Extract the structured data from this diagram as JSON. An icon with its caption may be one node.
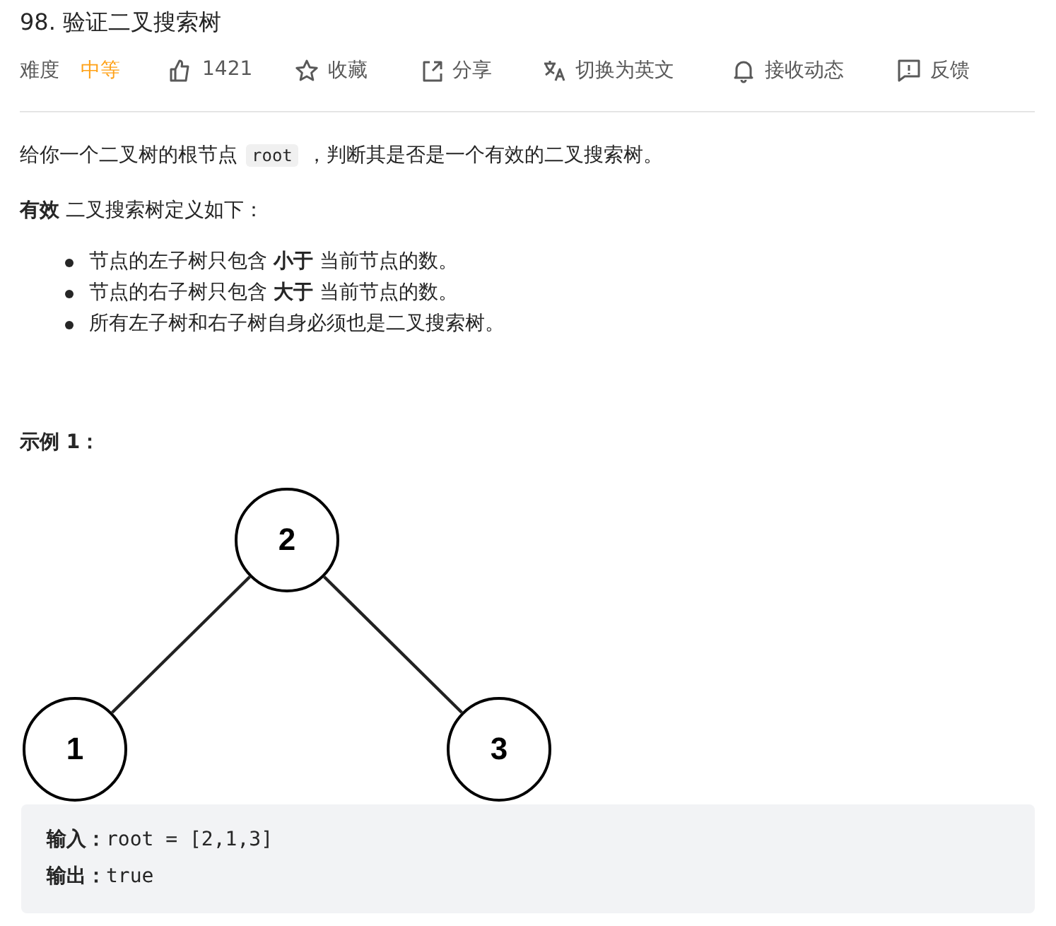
{
  "diagram": {
    "title": "98. 验证二叉搜索树",
    "nodes": [
      {
        "text": [
          "2"
        ]
      },
      {
        "text": [
          "1"
        ]
      },
      {
        "text": [
          "3"
        ]
      }
    ],
    "edges": [
      {
        "from": 0,
        "to": 1,
        "arrow": "none"
      },
      {
        "from": 0,
        "to": 2,
        "arrow": "none"
      }
    ],
    "labels": [
      "难度",
      "中等",
      "1421",
      "收藏",
      "分享",
      "切换为英文",
      "接收动态",
      "反馈",
      "给你一个二叉树的根节点",
      "root",
      "，判断其是否是一个有效的二叉搜索树。",
      "**有效** 二叉搜索树定义如下：",
      "节点的左子树只包含 **小于** 当前节点的数。",
      "节点的右子树只包含 **大于** 当前节点的数。",
      "所有左子树和右子树自身必须也是二叉搜索树。",
      "示例 1：",
      "**输入：**root = [2,1,3]",
      "**输出：**true"
    ]
  }
}
